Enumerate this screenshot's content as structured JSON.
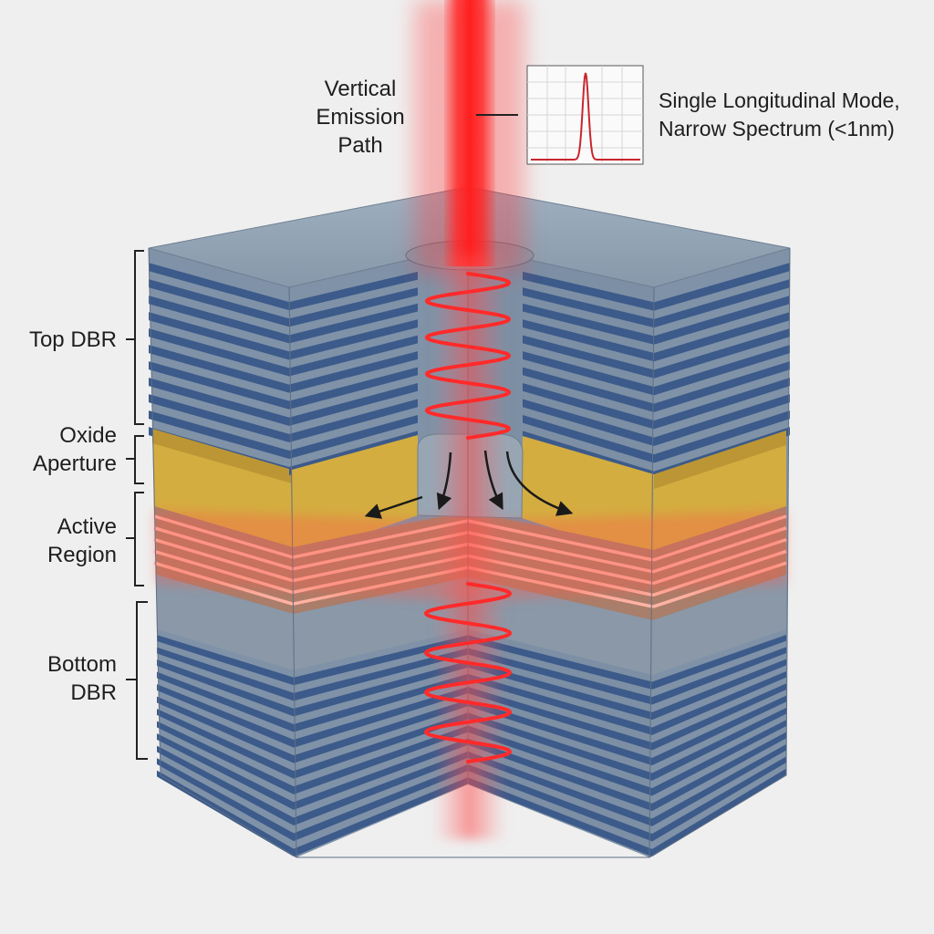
{
  "labels": {
    "emission_path": [
      "Vertical",
      "Emission",
      "Path"
    ],
    "spectrum": [
      "Single Longitudinal Mode,",
      "Narrow Spectrum (<1nm)"
    ],
    "top_dbr": "Top DBR",
    "oxide_aperture": [
      "Oxide",
      "Aperture"
    ],
    "active_region": [
      "Active",
      "Region"
    ],
    "bottom_dbr": [
      "Bottom",
      "DBR"
    ]
  },
  "colors": {
    "background": "#efefef",
    "dbr_dark": "#3c5a8a",
    "dbr_light": "#8ea0b2",
    "oxide": "#d4ad40",
    "laser": "#ff2828",
    "active_glow": "#ffb3a3",
    "spectrum_line": "#c8262e"
  }
}
